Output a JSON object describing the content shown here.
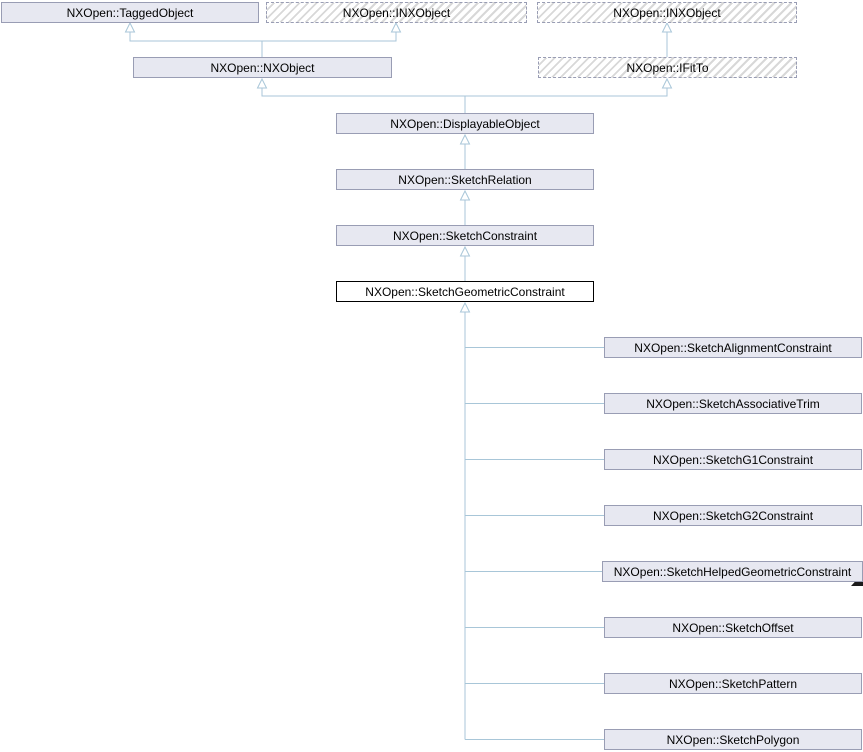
{
  "diagram": {
    "colors": {
      "background": "#ffffff",
      "node_fill": "#e7e8f1",
      "node_border": "#999db4",
      "hatched_stripe": "#d8d8d8",
      "main_node_border": "#000000",
      "edge": "#a8c6d8",
      "text": "#000000"
    },
    "nodes": [
      {
        "label": "NXOpen::TaggedObject",
        "style": "solid"
      },
      {
        "label": "NXOpen::INXObject",
        "style": "hatched"
      },
      {
        "label": "NXOpen::INXObject",
        "style": "hatched"
      },
      {
        "label": "NXOpen::NXObject",
        "style": "solid"
      },
      {
        "label": "NXOpen::IFitTo",
        "style": "hatched"
      },
      {
        "label": "NXOpen::DisplayableObject",
        "style": "solid"
      },
      {
        "label": "NXOpen::SketchRelation",
        "style": "solid"
      },
      {
        "label": "NXOpen::SketchConstraint",
        "style": "solid"
      },
      {
        "label": "NXOpen::SketchGeometricConstraint",
        "style": "main"
      },
      {
        "label": "NXOpen::SketchAlignmentConstraint",
        "style": "solid"
      },
      {
        "label": "NXOpen::SketchAssociativeTrim",
        "style": "solid"
      },
      {
        "label": "NXOpen::SketchG1Constraint",
        "style": "solid"
      },
      {
        "label": "NXOpen::SketchG2Constraint",
        "style": "solid"
      },
      {
        "label": "NXOpen::SketchHelpedGeometricConstraint",
        "style": "solid"
      },
      {
        "label": "NXOpen::SketchOffset",
        "style": "solid"
      },
      {
        "label": "NXOpen::SketchPattern",
        "style": "solid"
      },
      {
        "label": "NXOpen::SketchPolygon",
        "style": "solid"
      }
    ],
    "edges": [
      {
        "from": "NXOpen::NXObject",
        "to": "NXOpen::TaggedObject"
      },
      {
        "from": "NXOpen::NXObject",
        "to": "NXOpen::INXObject"
      },
      {
        "from": "NXOpen::IFitTo",
        "to": "NXOpen::INXObject"
      },
      {
        "from": "NXOpen::DisplayableObject",
        "to": "NXOpen::NXObject"
      },
      {
        "from": "NXOpen::DisplayableObject",
        "to": "NXOpen::IFitTo"
      },
      {
        "from": "NXOpen::SketchRelation",
        "to": "NXOpen::DisplayableObject"
      },
      {
        "from": "NXOpen::SketchConstraint",
        "to": "NXOpen::SketchRelation"
      },
      {
        "from": "NXOpen::SketchGeometricConstraint",
        "to": "NXOpen::SketchConstraint"
      },
      {
        "from": "NXOpen::SketchAlignmentConstraint",
        "to": "NXOpen::SketchGeometricConstraint"
      },
      {
        "from": "NXOpen::SketchAssociativeTrim",
        "to": "NXOpen::SketchGeometricConstraint"
      },
      {
        "from": "NXOpen::SketchG1Constraint",
        "to": "NXOpen::SketchGeometricConstraint"
      },
      {
        "from": "NXOpen::SketchG2Constraint",
        "to": "NXOpen::SketchGeometricConstraint"
      },
      {
        "from": "NXOpen::SketchHelpedGeometricConstraint",
        "to": "NXOpen::SketchGeometricConstraint"
      },
      {
        "from": "NXOpen::SketchOffset",
        "to": "NXOpen::SketchGeometricConstraint"
      },
      {
        "from": "NXOpen::SketchPattern",
        "to": "NXOpen::SketchGeometricConstraint"
      },
      {
        "from": "NXOpen::SketchPolygon",
        "to": "NXOpen::SketchGeometricConstraint"
      }
    ]
  }
}
